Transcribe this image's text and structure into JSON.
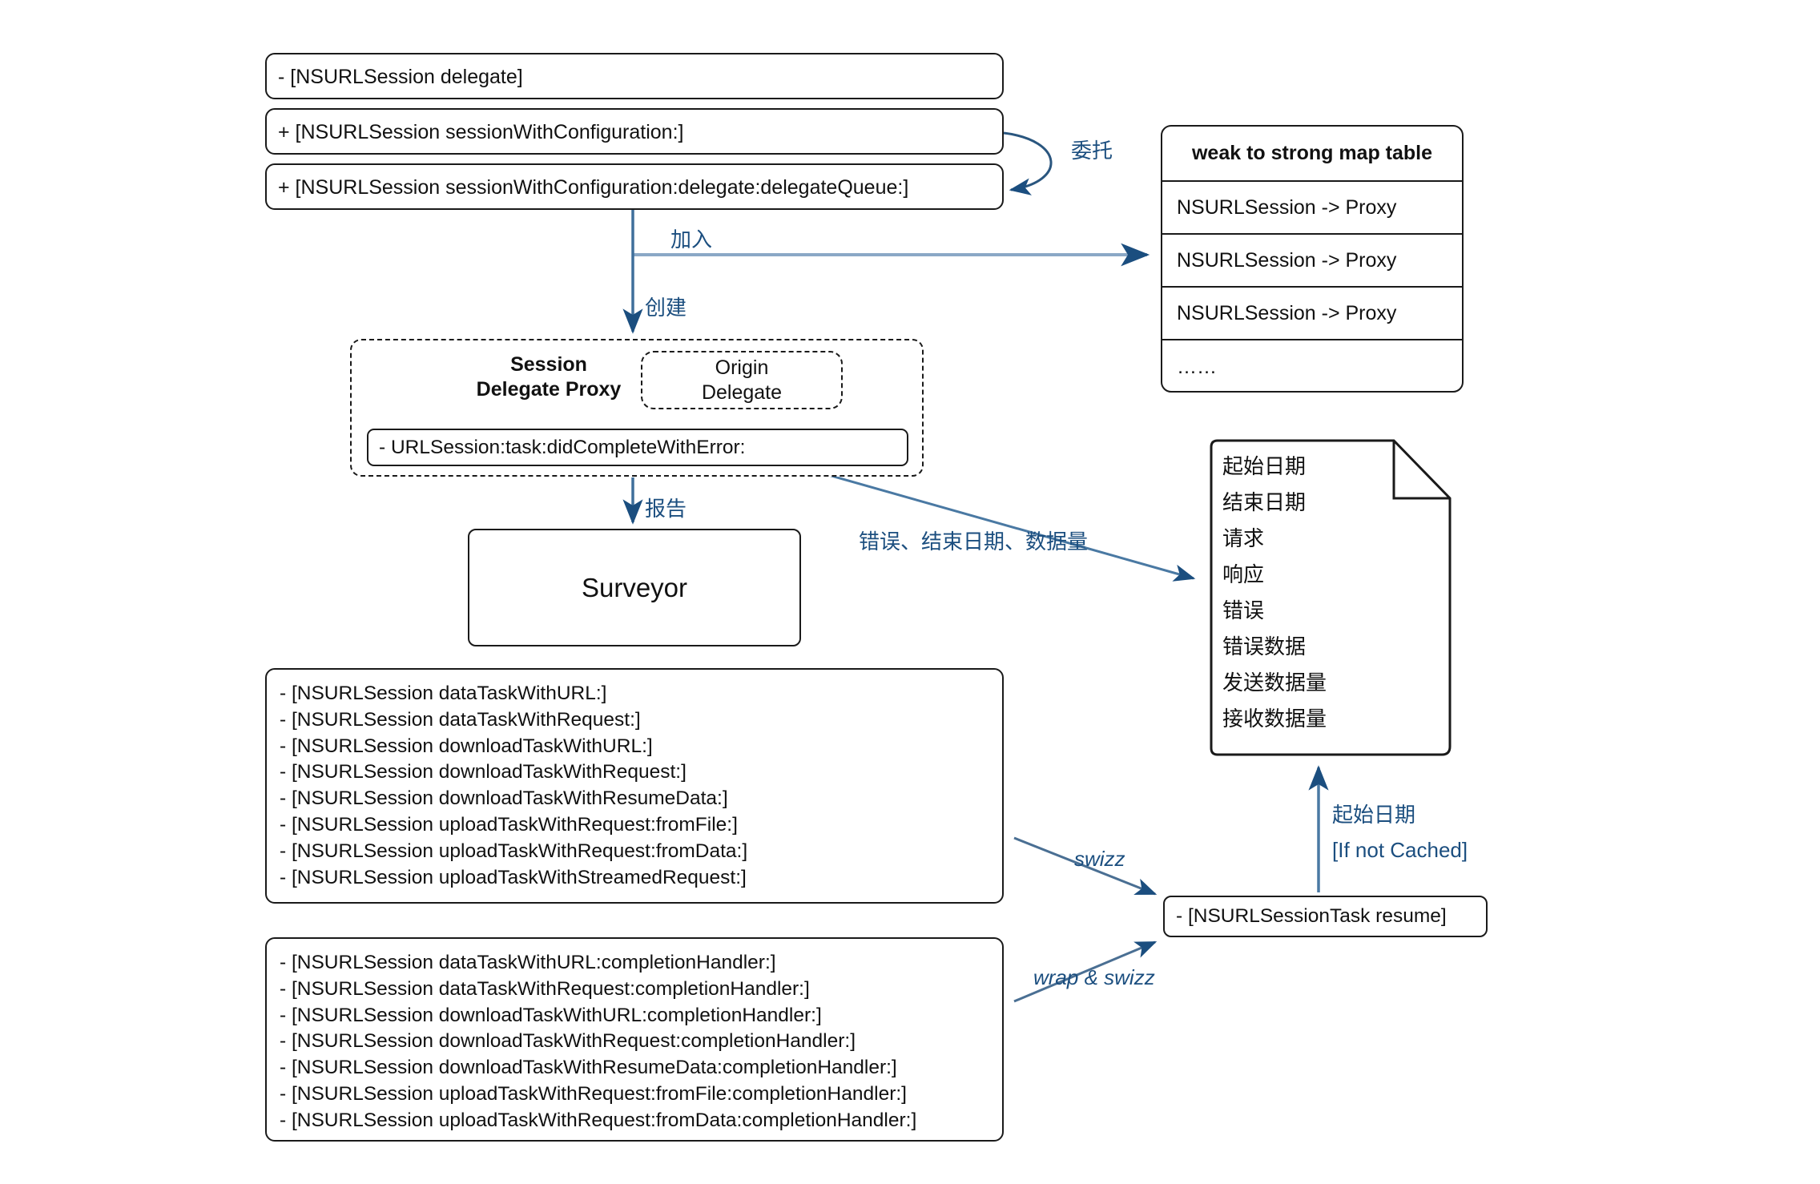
{
  "diagram": {
    "title": "NSURLSession Surveyor swizzle architecture",
    "accent_color": "#1b4e7f",
    "line_color": "#1a1a1a"
  },
  "top_methods": [
    {
      "label": "- [NSURLSession delegate]"
    },
    {
      "label": "+ [NSURLSession sessionWithConfiguration:]"
    },
    {
      "label": "+ [NSURLSession sessionWithConfiguration:delegate:delegateQueue:]"
    }
  ],
  "map_table": {
    "header": "weak to strong map table",
    "rows": [
      "NSURLSession -> Proxy",
      "NSURLSession -> Proxy",
      "NSURLSession -> Proxy",
      "……"
    ]
  },
  "proxy": {
    "title_line1": "Session",
    "title_line2": "Delegate Proxy",
    "origin_line1": "Origin",
    "origin_line2": "Delegate",
    "method": "- URLSession:task:didCompleteWithError:"
  },
  "surveyor": {
    "label": "Surveyor"
  },
  "note": {
    "lines": [
      "起始日期",
      "结束日期",
      "请求",
      "响应",
      "错误",
      "错误数据",
      "发送数据量",
      "接收数据量"
    ]
  },
  "task_methods": [
    "- [NSURLSession dataTaskWithURL:]",
    "- [NSURLSession dataTaskWithRequest:]",
    "- [NSURLSession downloadTaskWithURL:]",
    "- [NSURLSession downloadTaskWithRequest:]",
    "- [NSURLSession downloadTaskWithResumeData:]",
    "- [NSURLSession uploadTaskWithRequest:fromFile:]",
    "- [NSURLSession uploadTaskWithRequest:fromData:]",
    "- [NSURLSession uploadTaskWithStreamedRequest:]"
  ],
  "handler_methods": [
    "- [NSURLSession dataTaskWithURL:completionHandler:]",
    "- [NSURLSession dataTaskWithRequest:completionHandler:]",
    "- [NSURLSession downloadTaskWithURL:completionHandler:]",
    "- [NSURLSession downloadTaskWithRequest:completionHandler:]",
    "- [NSURLSession downloadTaskWithResumeData:completionHandler:]",
    "- [NSURLSession uploadTaskWithRequest:fromFile:completionHandler:]",
    "- [NSURLSession uploadTaskWithRequest:fromData:completionHandler:]"
  ],
  "resume_box": {
    "label": "- [NSURLSessionTask resume]"
  },
  "edge_labels": {
    "delegate": "委托",
    "join": "加入",
    "create": "创建",
    "report": "报告",
    "error_data": "错误、结束日期、数据量",
    "swizz": "swizz",
    "wrap_swizz": "wrap & swizz",
    "start_date": "起始日期",
    "if_not_cached": "[If not Cached]"
  }
}
